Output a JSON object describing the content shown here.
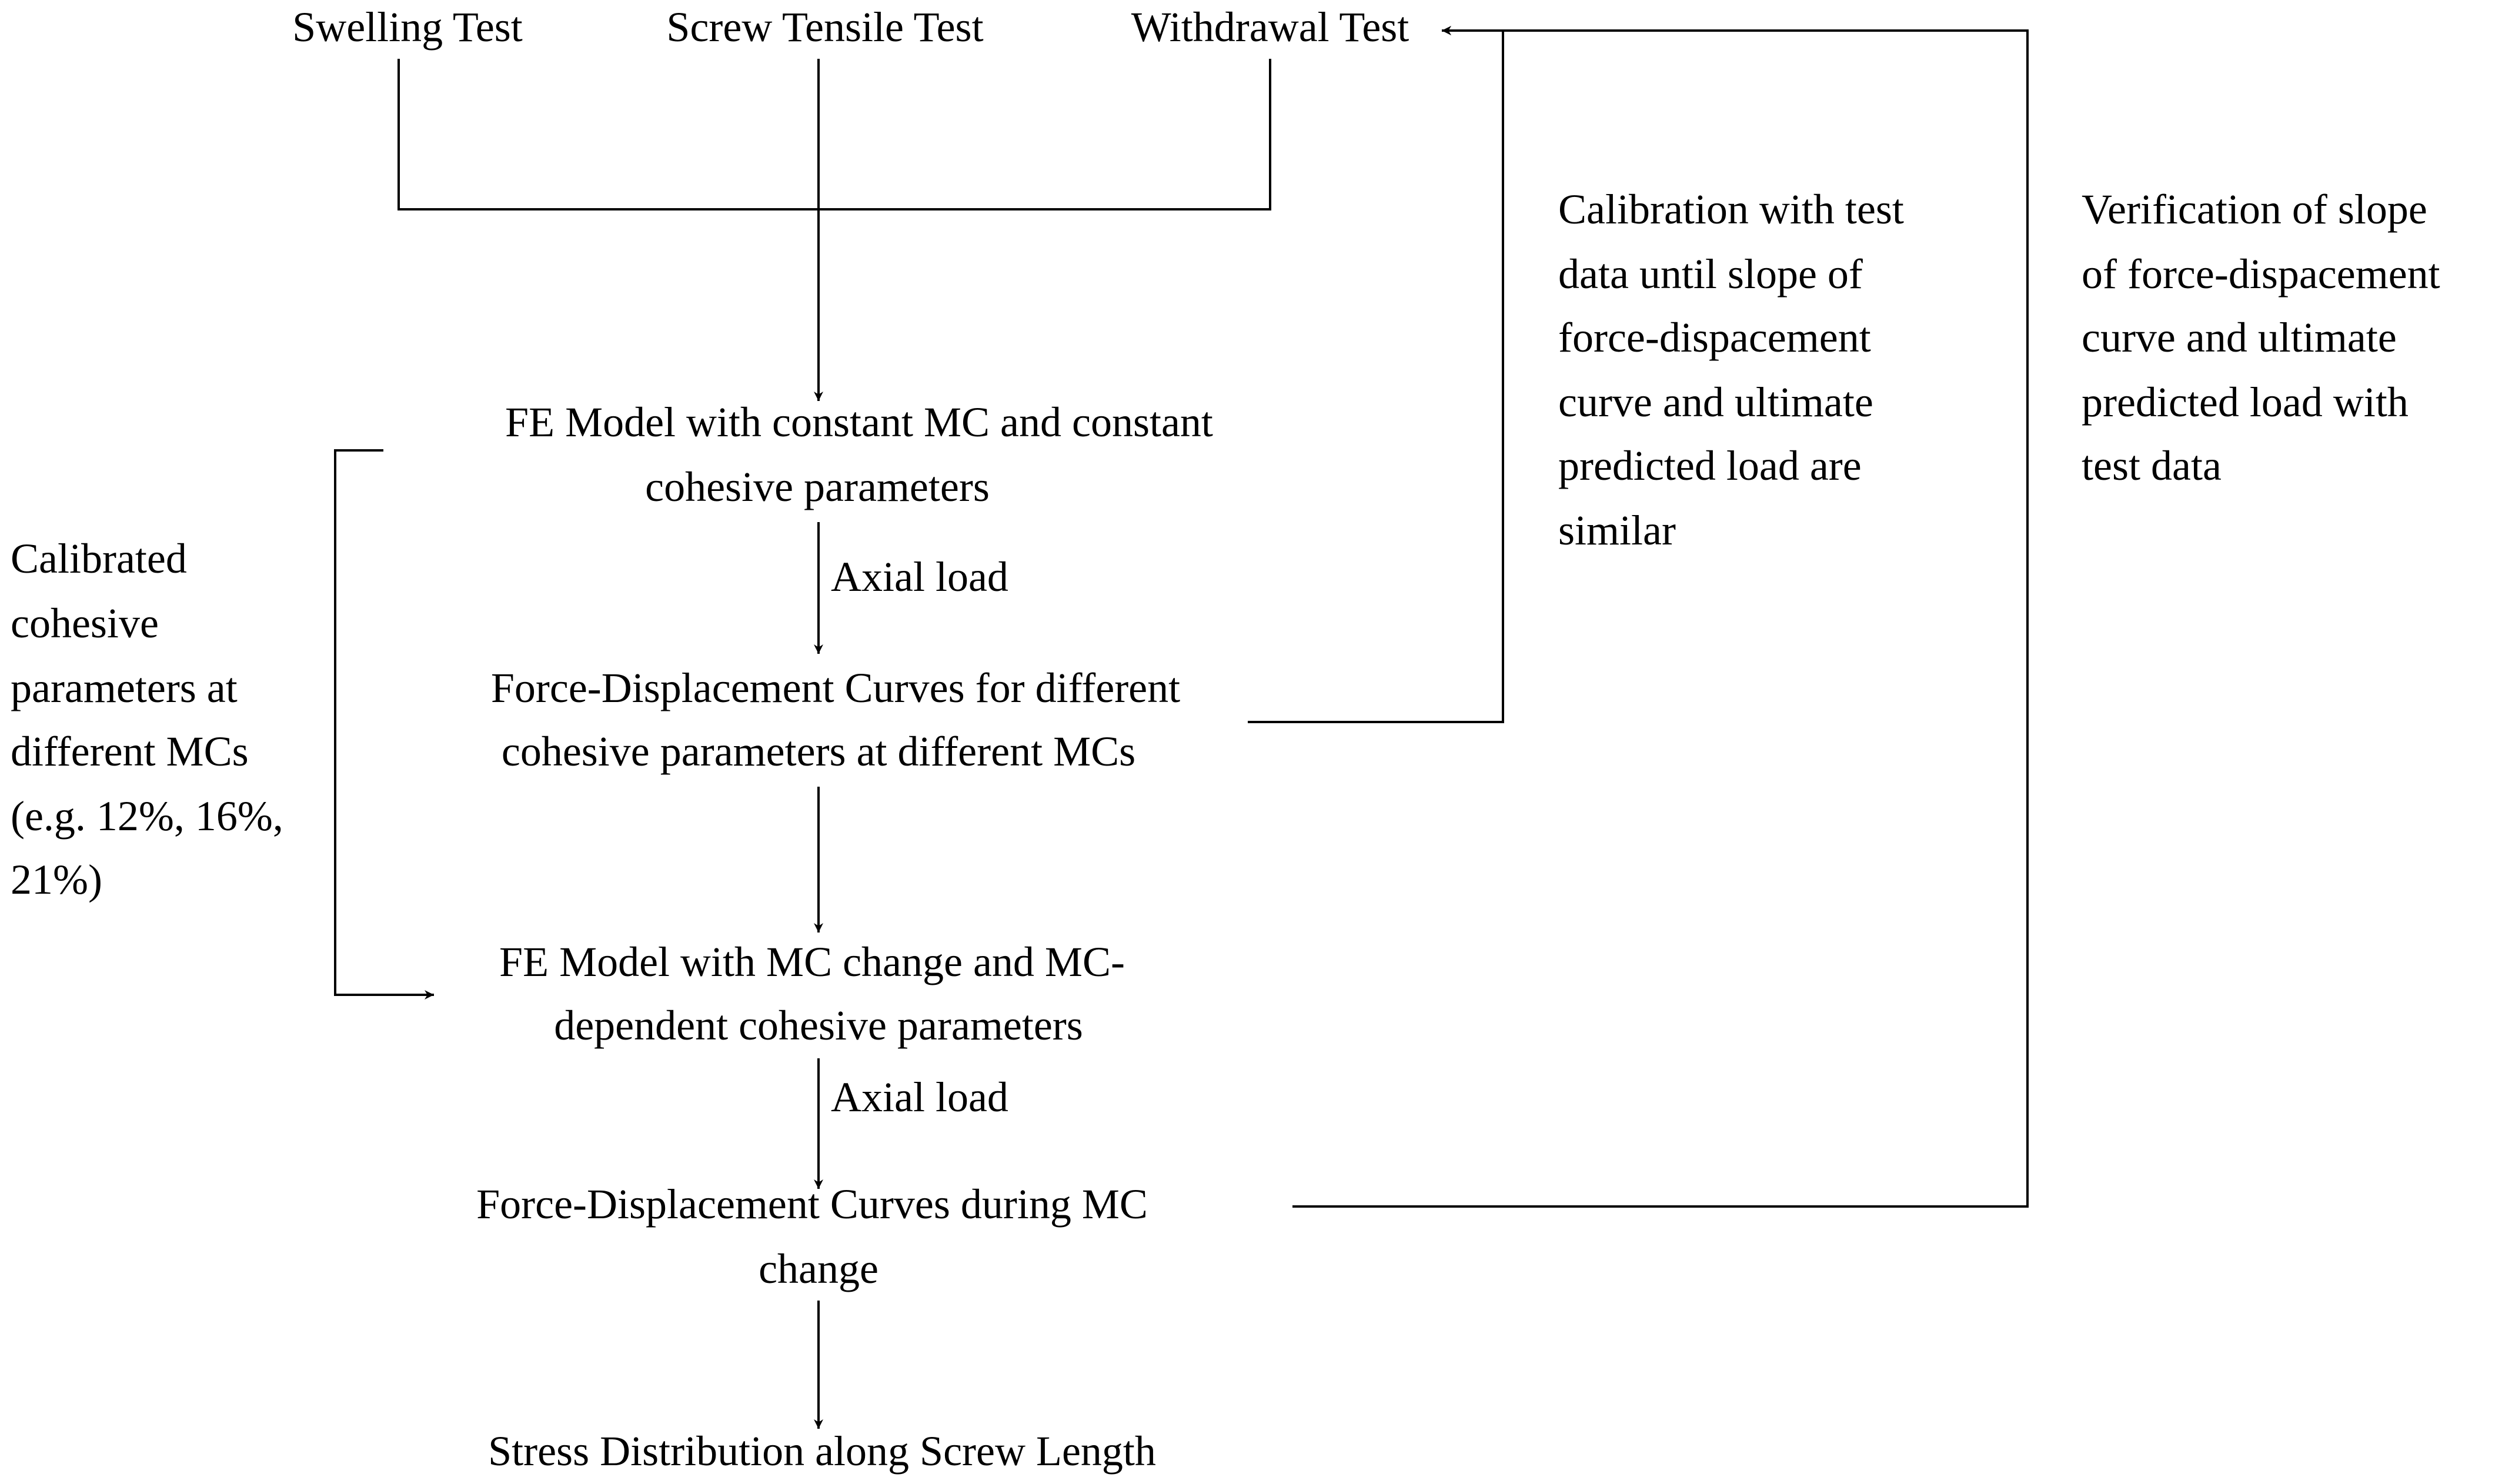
{
  "diagram": {
    "nodes": {
      "swelling_test": {
        "lines": [
          "Swelling Test"
        ]
      },
      "screw_tensile_test": {
        "lines": [
          "Screw Tensile Test"
        ]
      },
      "withdrawal_test": {
        "lines": [
          "Withdrawal Test"
        ]
      },
      "fe_model_constant": {
        "lines": [
          "FE Model with constant MC and constant",
          "cohesive parameters"
        ]
      },
      "fd_curves_different": {
        "lines": [
          "Force-Displacement Curves for different",
          "cohesive parameters at different MCs"
        ]
      },
      "fe_model_change": {
        "lines": [
          "FE Model with MC change and MC-",
          "dependent cohesive parameters"
        ]
      },
      "fd_curves_change": {
        "lines": [
          "Force-Displacement Curves during MC",
          "change"
        ]
      },
      "stress_distribution": {
        "lines": [
          "Stress Distribution along Screw Length"
        ]
      }
    },
    "edge_labels": {
      "axial_load_1": "Axial load",
      "axial_load_2": "Axial load"
    },
    "annotations": {
      "calibrated": {
        "lines": [
          "Calibrated",
          "cohesive",
          "parameters at",
          "different MCs",
          "(e.g. 12%, 16%,",
          "21%)"
        ]
      },
      "calibration": {
        "lines": [
          "Calibration with test",
          "data until slope of",
          "force-dispacement",
          "curve and ultimate",
          "predicted load are",
          "similar"
        ]
      },
      "verification": {
        "lines": [
          "Verification of slope",
          "of force-dispacement",
          "curve and ultimate",
          "predicted load with",
          "test data"
        ]
      }
    }
  }
}
